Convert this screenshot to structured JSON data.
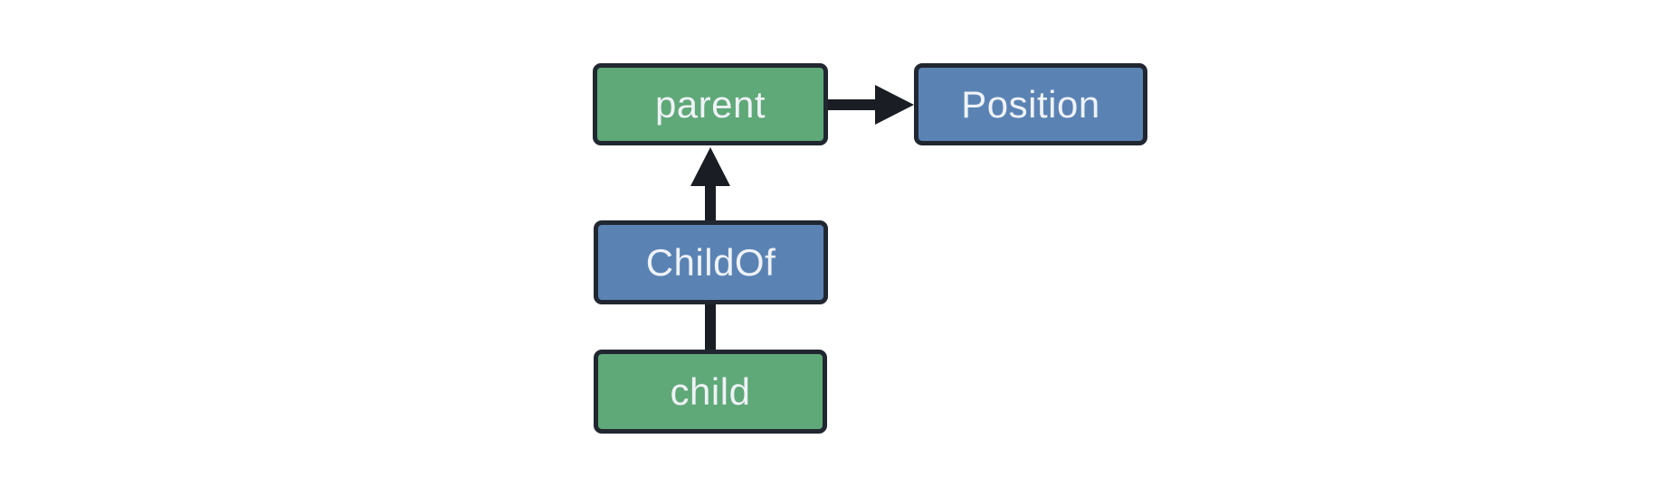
{
  "diagram": {
    "background": "#ffffff",
    "colors": {
      "entity_fill": "#5fa878",
      "component_fill": "#5a83b4",
      "node_border": "#212731",
      "edge": "#1a1d24",
      "label_text": "#eff2f7"
    },
    "nodes": [
      {
        "id": "parent",
        "label": "parent",
        "color": "green"
      },
      {
        "id": "Position",
        "label": "Position",
        "color": "blue"
      },
      {
        "id": "ChildOf",
        "label": "ChildOf",
        "color": "blue"
      },
      {
        "id": "child",
        "label": "child",
        "color": "green"
      }
    ],
    "edges": [
      {
        "from": "parent",
        "to": "Position",
        "style": "arrow"
      },
      {
        "from": "ChildOf",
        "to": "parent",
        "style": "arrow"
      },
      {
        "from": "child",
        "to": "ChildOf",
        "style": "line"
      }
    ]
  }
}
